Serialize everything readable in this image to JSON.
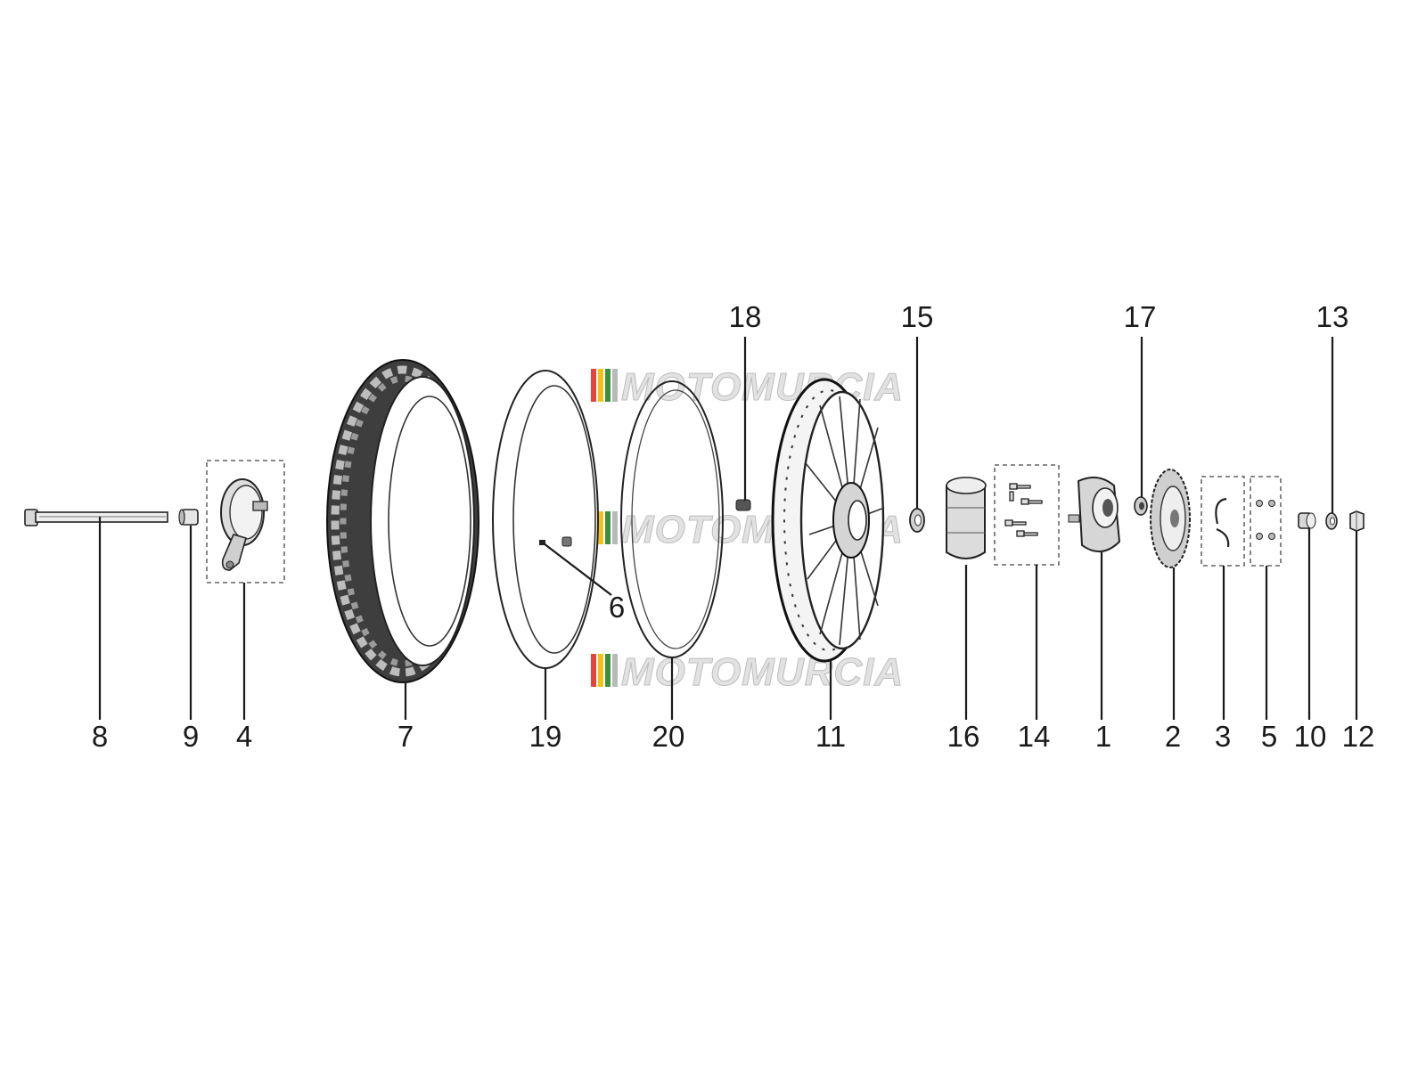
{
  "watermark": {
    "text": "MOTOMURCIA",
    "stripe_colors": [
      "#e8423b",
      "#f2c21a",
      "#3a8f3a",
      "#b9b9b9"
    ]
  },
  "callouts": [
    "8",
    "9",
    "4",
    "7",
    "19",
    "6",
    "20",
    "18",
    "11",
    "15",
    "16",
    "14",
    "1",
    "17",
    "2",
    "3",
    "5",
    "10",
    "13",
    "12"
  ],
  "parts": [
    {
      "label": "8",
      "name": "axle-bolt"
    },
    {
      "label": "9",
      "name": "axle-spacer"
    },
    {
      "label": "4",
      "name": "brake-plate-kit"
    },
    {
      "label": "7",
      "name": "tire"
    },
    {
      "label": "19",
      "name": "inner-tube"
    },
    {
      "label": "6",
      "name": "tube-valve"
    },
    {
      "label": "20",
      "name": "rim-band"
    },
    {
      "label": "18",
      "name": "wheel-spacer"
    },
    {
      "label": "11",
      "name": "spoked-wheel-rim"
    },
    {
      "label": "15",
      "name": "bearing"
    },
    {
      "label": "16",
      "name": "hub-damper"
    },
    {
      "label": "14",
      "name": "bolt-kit"
    },
    {
      "label": "1",
      "name": "sprocket-carrier-hub"
    },
    {
      "label": "17",
      "name": "bearing-washer"
    },
    {
      "label": "2",
      "name": "sprocket"
    },
    {
      "label": "3",
      "name": "circlip-kit"
    },
    {
      "label": "5",
      "name": "nut-kit"
    },
    {
      "label": "10",
      "name": "axle-collar"
    },
    {
      "label": "13",
      "name": "washer"
    },
    {
      "label": "12",
      "name": "axle-nut"
    }
  ]
}
